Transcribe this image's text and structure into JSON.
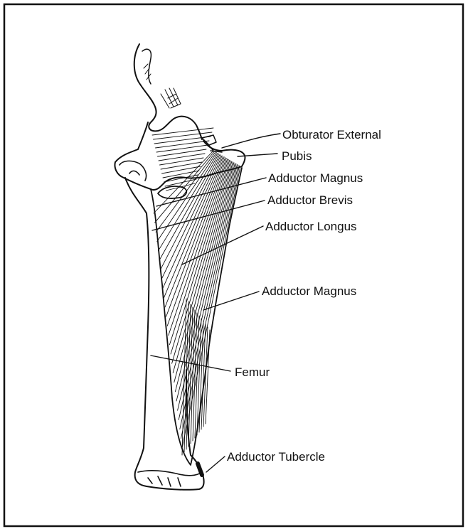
{
  "labels": {
    "obturator_external": "Obturator External",
    "pubis": "Pubis",
    "adductor_magnus_upper": "Adductor Magnus",
    "adductor_brevis": "Adductor Brevis",
    "adductor_longus": "Adductor Longus",
    "adductor_magnus_lower": "Adductor Magnus",
    "femur": "Femur",
    "adductor_tubercle": "Adductor Tubercle"
  },
  "colors": {
    "ink": "#111111",
    "background": "#ffffff"
  }
}
